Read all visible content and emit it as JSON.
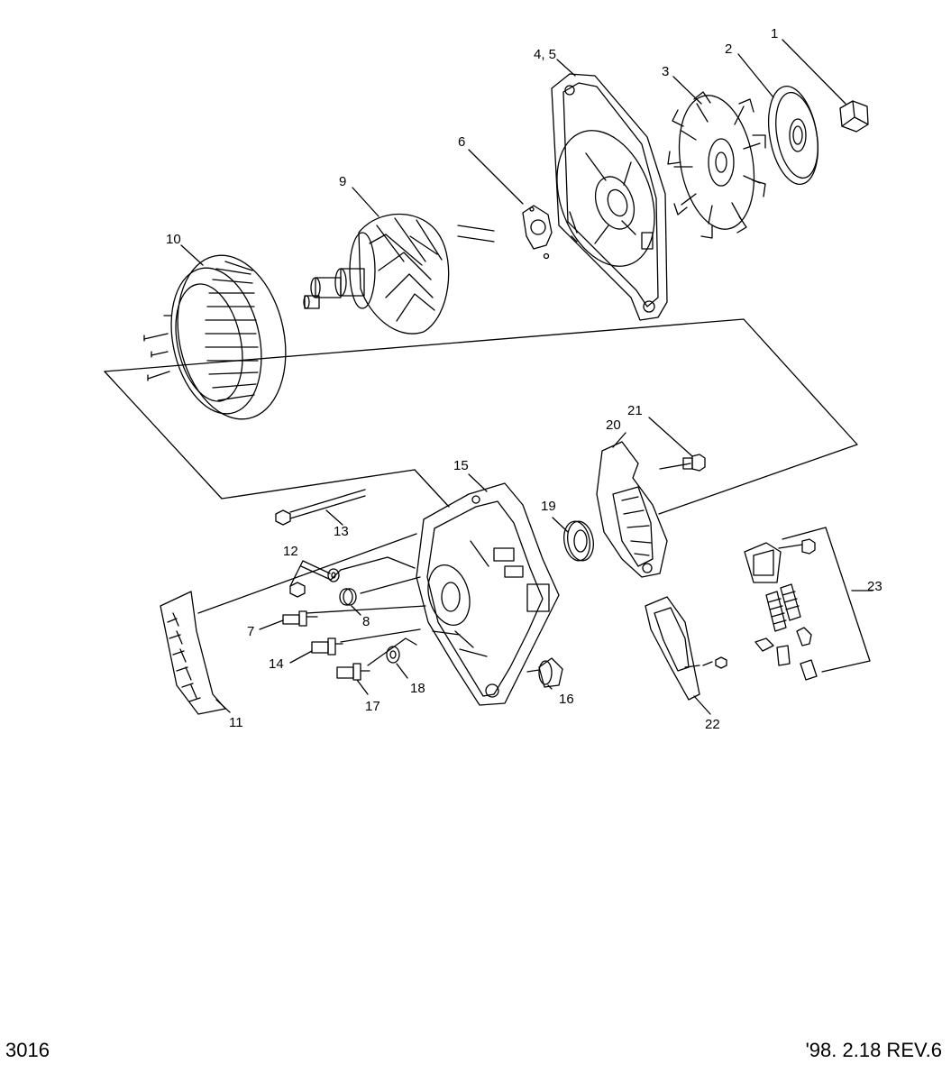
{
  "labels": {
    "p1": "1",
    "p2": "2",
    "p3": "3",
    "p4_5": "4, 5",
    "p6": "6",
    "p7": "7",
    "p8": "8",
    "p9": "9",
    "p10": "10",
    "p11": "11",
    "p12": "12",
    "p13": "13",
    "p14": "14",
    "p15": "15",
    "p16": "16",
    "p17": "17",
    "p18": "18",
    "p19": "19",
    "p20": "20",
    "p21": "21",
    "p22": "22",
    "p23": "23"
  },
  "footer": {
    "diagram_number": "3016",
    "revision": "'98. 2.18 REV.6"
  },
  "colors": {
    "line": "#000000",
    "background": "#ffffff"
  }
}
